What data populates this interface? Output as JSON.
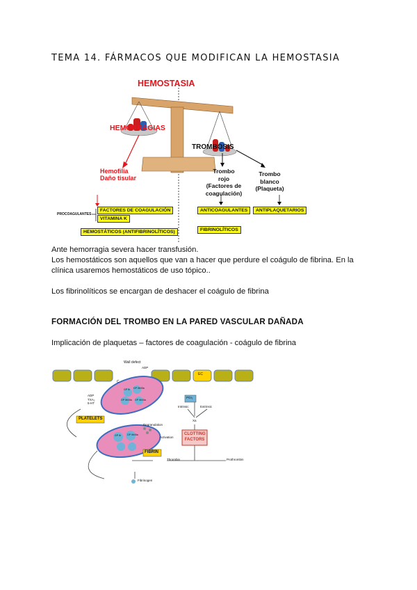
{
  "doc": {
    "title": "TEMA 14. FÁRMACOS QUE MODIFICAN LA HEMOSTASIA",
    "paragraphs": [
      "Ante hemorragia severa hacer transfusión.",
      "Los hemostáticos son aquellos que van a hacer que perdure el coágulo de fibrina. En la",
      "clínica usaremos hemostáticos de uso tópico..",
      "Los fibrinolíticos se encargan de deshacer el coágulo de fibrina"
    ],
    "section_heading": "FORMACIÓN DEL TROMBO EN LA PARED VASCULAR DAÑADA",
    "section_text": "Implicación de plaquetas – factores de coagulación - coágulo de fibrina"
  },
  "figure1": {
    "header": "HEMOSTASIA",
    "left_label": "HEMORRAGIAS",
    "right_label": "TROMBOSIS",
    "hemofilia": "Hemofilia",
    "dano": "Daño tisular",
    "trombo_rojo": [
      "Trombo",
      "rojo",
      "(Factores de",
      "coagulación)"
    ],
    "trombo_blanco": [
      "Trombo",
      "blanco",
      "(Plaqueta)"
    ],
    "procoagulantes": "PROCOAGULANTES",
    "boxes": {
      "factores": "FACTORES DE COAGULACIÓN",
      "vitamina": "VITAMINA K",
      "hemostaticos": "HEMOSTÁTICOS (ANTIFIBRINOLÍTICOS)",
      "anticoagulantes": "ANTICOAGULANTES",
      "antiplaquetarios": "ANTIPLAQUETARIOS",
      "fibrinoliticos": "FIBRINOLÍTICOS"
    },
    "colors": {
      "red": "#e8141b",
      "yellow": "#ffff1a",
      "wood": "#d9a46a"
    }
  },
  "figure2": {
    "wall_defect": "Wall defect",
    "adp_top": "ADP",
    "c_label": "C",
    "pgi2": "PGI₂",
    "ec": "EC",
    "adp_list": [
      "ADP",
      "TXA₂",
      "5-HT"
    ],
    "platelets": "PLATELETS",
    "fibrin": "FIBRIN",
    "clotting": [
      "CLOTTING",
      "FACTORS"
    ],
    "intrinsic": "Intrinsic",
    "extrinsic": "Extrinsic",
    "xa": "Xa",
    "degranulation": "Degranulation",
    "activation": "Activation",
    "thrombin": "Thrombin",
    "prothrombin": "Prothrombin",
    "fibrinogen": "Fibrinogen",
    "gp_labels": [
      "GP Ib",
      "GP IIb/IIIa",
      "GP IIb/IIIa",
      "GP IIb/IIIa",
      "GP Ib",
      "GP IIb/IIIa"
    ],
    "colors": {
      "cell": "#b8b016",
      "platelet": "#e98dbb",
      "nucleus": "#6fb3d8",
      "badge": "#ffd200"
    }
  }
}
